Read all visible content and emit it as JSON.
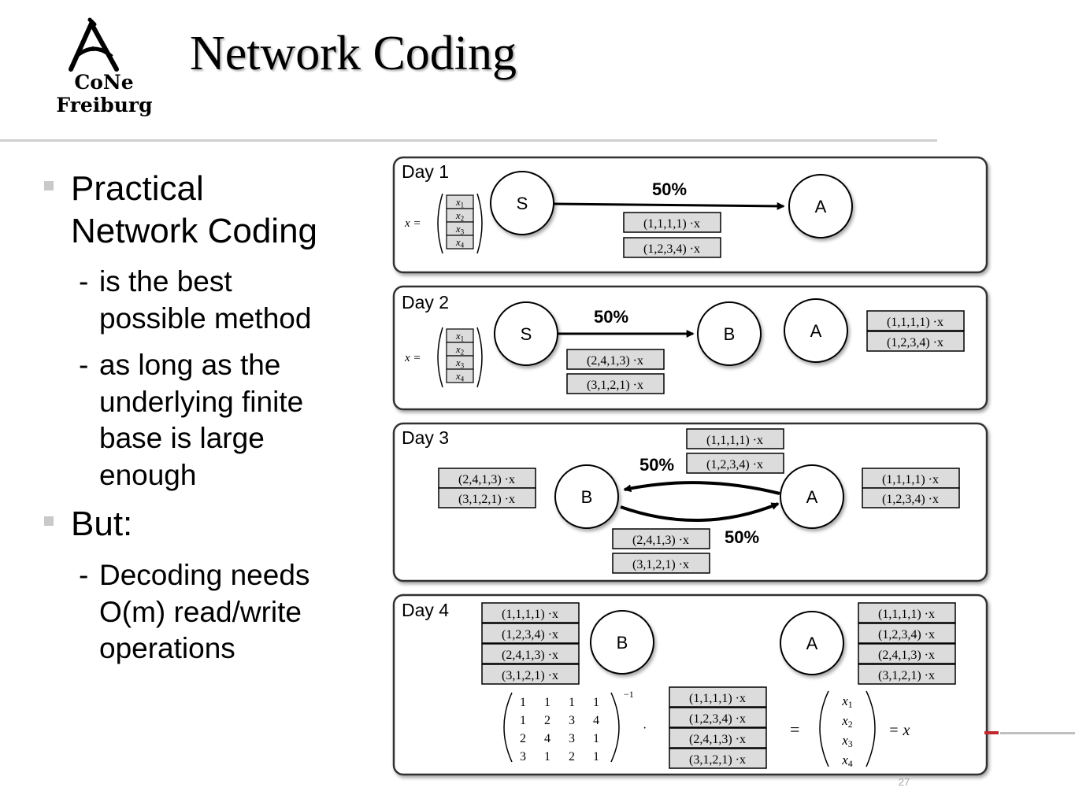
{
  "header": {
    "title": "Network Coding",
    "logo_line1": "CoNe",
    "logo_line2": "Freiburg"
  },
  "bullets": [
    {
      "lines": [
        "Practical",
        "Network Coding"
      ],
      "sub": [
        {
          "lines": [
            "is the best",
            "possible method"
          ]
        },
        {
          "lines": [
            "as long as the",
            "underlying finite",
            "base is large",
            "enough"
          ]
        }
      ]
    },
    {
      "lines": [
        "But:"
      ],
      "sub": [
        {
          "lines": [
            "Decoding needs",
            "O(m) read/write",
            "operations"
          ]
        }
      ]
    }
  ],
  "diagram": {
    "sub_dash": "-",
    "x_equals": "x =",
    "x_vector": [
      "x1",
      "x2",
      "x3",
      "x4"
    ],
    "packets": {
      "p1111": "(1,1,1,1) ·x",
      "p1234": "(1,2,3,4) ·x",
      "p2413": "(2,4,1,3) ·x",
      "p3121": "(3,1,2,1) ·x"
    },
    "rate": "50%",
    "days": [
      {
        "label": "Day 1",
        "nodes": [
          "S",
          "A"
        ]
      },
      {
        "label": "Day 2",
        "nodes": [
          "S",
          "B",
          "A"
        ]
      },
      {
        "label": "Day 3",
        "nodes": [
          "B",
          "A"
        ]
      },
      {
        "label": "Day 4",
        "nodes": [
          "B",
          "A"
        ]
      }
    ],
    "matrix": [
      [
        1,
        1,
        1,
        1
      ],
      [
        1,
        2,
        3,
        4
      ],
      [
        2,
        4,
        3,
        1
      ],
      [
        3,
        1,
        2,
        1
      ]
    ],
    "inverse_exp": "−1",
    "dot": "·",
    "equals": "=",
    "result_equals": "= x"
  },
  "footer": {
    "page_number": "27"
  },
  "colors": {
    "packet_fill": "#dcdcdc",
    "panel_border": "#333333",
    "accent_red": "#c0282d",
    "rule_gray": "#cfcfcf"
  }
}
